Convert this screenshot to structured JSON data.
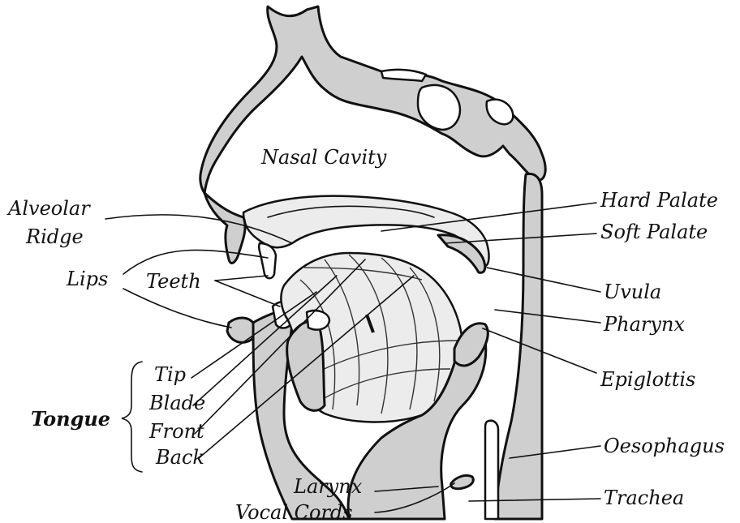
{
  "labels": {
    "nasal_cavity": "Nasal Cavity",
    "alveolar": "Alveolar",
    "ridge": "Ridge",
    "lips": "Lips",
    "teeth": "Teeth",
    "tongue": "Tongue",
    "tip": "Tip",
    "blade": "Blade",
    "front": "Front",
    "back": "Back",
    "larynx": "Larynx",
    "vocal_cords": "Vocal Cords",
    "hard_palate": "Hard Palate",
    "soft_palate": "Soft Palate",
    "uvula": "Uvula",
    "pharynx": "Pharynx",
    "epiglottis": "Epiglottis",
    "oesophagus": "Oesophagus",
    "trachea": "Trachea"
  }
}
